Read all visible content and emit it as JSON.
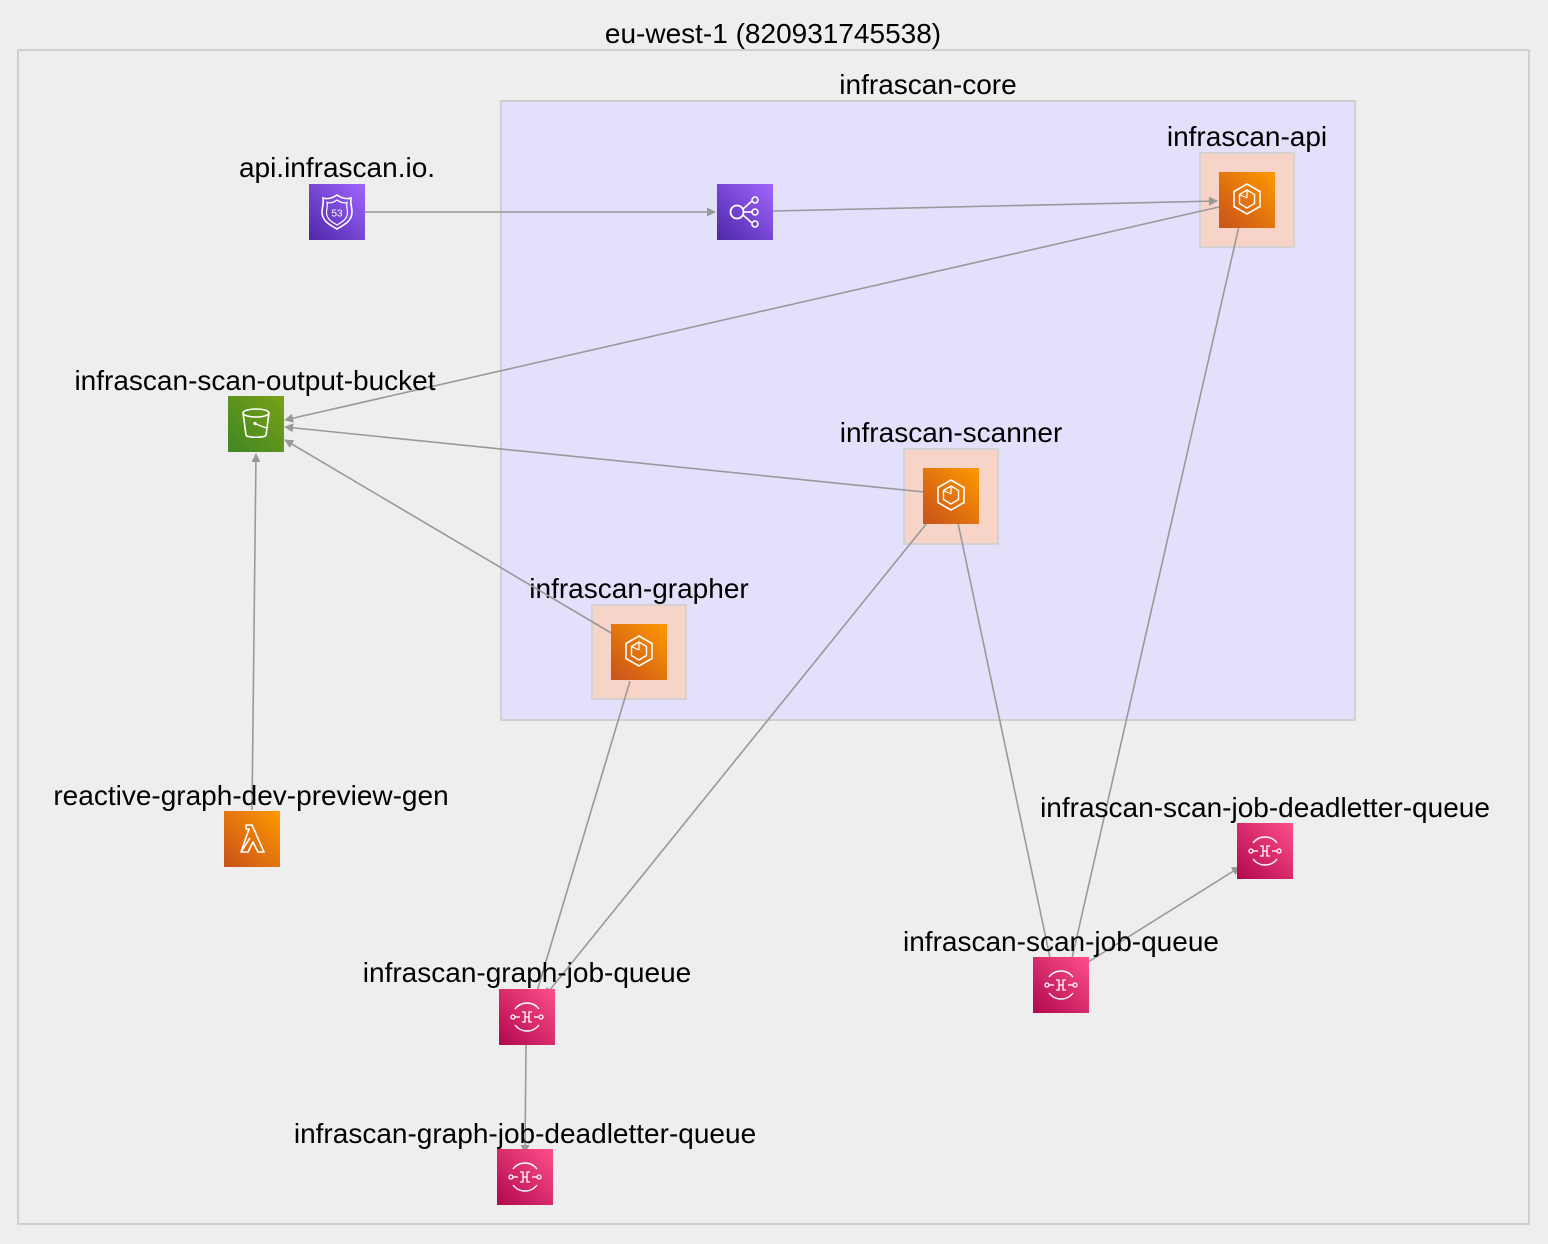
{
  "region": {
    "label": "eu-west-1 (820931745538)"
  },
  "cluster": {
    "label": "infrascan-core"
  },
  "services": {
    "api": {
      "label": "infrascan-api",
      "icon": "ecs-service-icon"
    },
    "scanner": {
      "label": "infrascan-scanner",
      "icon": "ecs-service-icon"
    },
    "grapher": {
      "label": "infrascan-grapher",
      "icon": "ecs-service-icon"
    }
  },
  "nodes": {
    "dns": {
      "label": "api.infrascan.io.",
      "icon": "route53-icon"
    },
    "elb": {
      "label": "",
      "icon": "load-balancer-icon"
    },
    "bucket": {
      "label": "infrascan-scan-output-bucket",
      "icon": "s3-bucket-icon"
    },
    "lambda": {
      "label": "reactive-graph-dev-preview-gen",
      "icon": "lambda-icon"
    },
    "graph_queue": {
      "label": "infrascan-graph-job-queue",
      "icon": "sqs-queue-icon"
    },
    "graph_dlq": {
      "label": "infrascan-graph-job-deadletter-queue",
      "icon": "sqs-queue-icon"
    },
    "scan_queue": {
      "label": "infrascan-scan-job-queue",
      "icon": "sqs-queue-icon"
    },
    "scan_dlq": {
      "label": "infrascan-scan-job-deadletter-queue",
      "icon": "sqs-queue-icon"
    }
  },
  "edges": [
    {
      "from": "dns",
      "to": "elb"
    },
    {
      "from": "elb",
      "to": "api"
    },
    {
      "from": "api",
      "to": "bucket"
    },
    {
      "from": "api",
      "to": "scan_queue"
    },
    {
      "from": "scanner",
      "to": "bucket"
    },
    {
      "from": "scanner",
      "to": "graph_queue"
    },
    {
      "from": "scanner",
      "to": "scan_queue"
    },
    {
      "from": "grapher",
      "to": "bucket"
    },
    {
      "from": "grapher",
      "to": "graph_queue"
    },
    {
      "from": "lambda",
      "to": "bucket"
    },
    {
      "from": "graph_queue",
      "to": "graph_dlq"
    },
    {
      "from": "scan_queue",
      "to": "scan_dlq"
    }
  ],
  "colors": {
    "region_bg": "#eeeeee",
    "cluster_bg": "#e3e0fb",
    "service_bg": "#f8d4c8",
    "edge": "#999999",
    "route53": "#8c4fff",
    "ecs": "#ed7100",
    "s3": "#7aa116",
    "lambda": "#ed7100",
    "sqs": "#e7157b"
  }
}
